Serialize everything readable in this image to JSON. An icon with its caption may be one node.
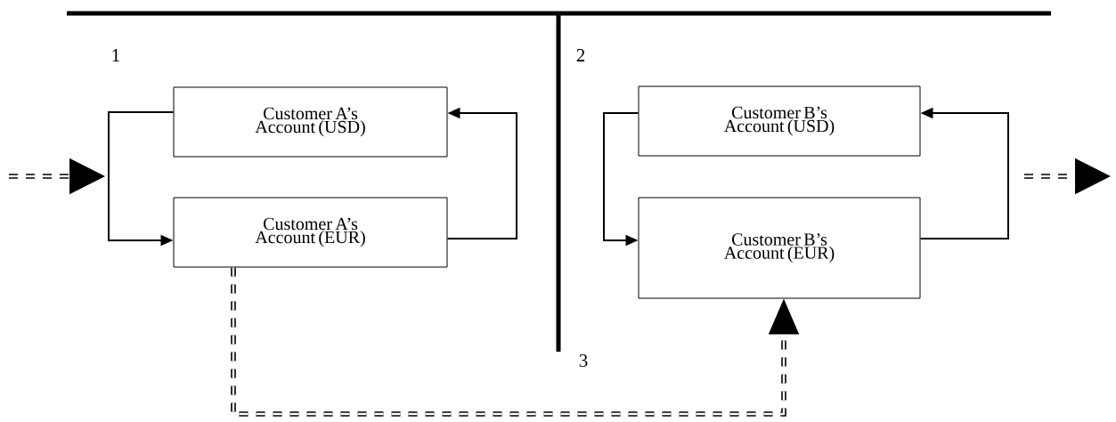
{
  "diagram": {
    "nodes": [
      {
        "text": [
          "Customer A’s Account (USD)"
        ]
      },
      {
        "text": [
          "Customer A’s Account (EUR)"
        ]
      },
      {
        "text": [
          "Customer B’s Account (USD)"
        ]
      },
      {
        "text": [
          "Customer B’s Account (EUR)"
        ]
      }
    ],
    "edges": [
      {
        "from": 0,
        "to": 1,
        "arrow": "to"
      },
      {
        "from": 1,
        "to": 0,
        "arrow": "to"
      },
      {
        "from": 2,
        "to": 3,
        "arrow": "to"
      },
      {
        "from": 3,
        "to": 2,
        "arrow": "to"
      },
      {
        "from": 1,
        "to": 3,
        "arrow": "to",
        "style": "dashed"
      }
    ],
    "labels": [
      "1",
      "2",
      "3"
    ]
  }
}
